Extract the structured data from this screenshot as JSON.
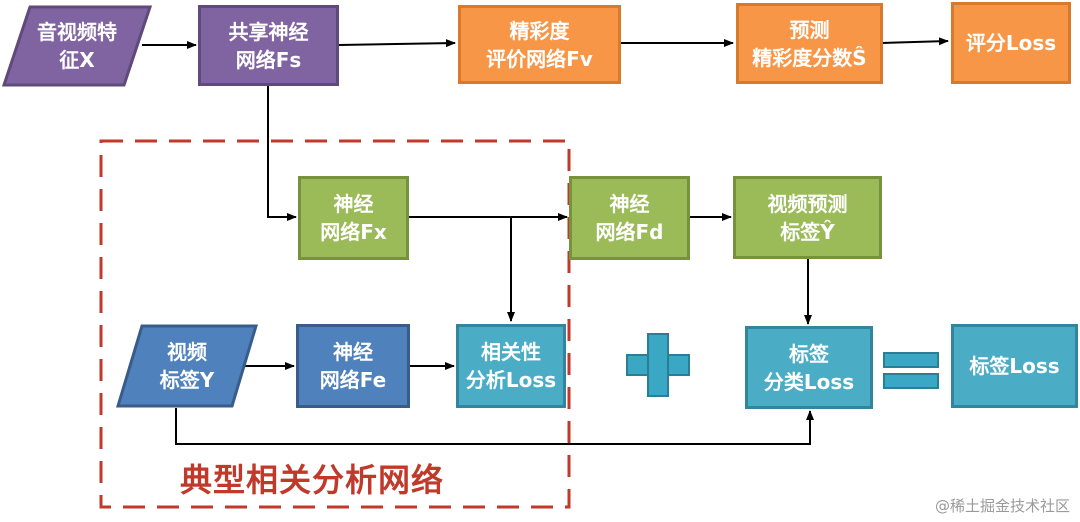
{
  "nodes": {
    "audio_video": {
      "line1": "音视频特",
      "line2": "征X"
    },
    "shared_net": {
      "line1": "共享神经",
      "line2": "网络Fs"
    },
    "highlight_eval": {
      "line1": "精彩度",
      "line2": "评价网络Fv"
    },
    "pred_highlight": {
      "line1": "预测",
      "line2": "精彩度分数Ŝ"
    },
    "score_loss": {
      "line1": "评分Loss"
    },
    "net_fx": {
      "line1": "神经",
      "line2": "网络Fx"
    },
    "net_fd": {
      "line1": "神经",
      "line2": "网络Fd"
    },
    "video_pred_label": {
      "line1": "视频预测",
      "line2": "标签Ŷ"
    },
    "video_label": {
      "line1": "视频",
      "line2": "标签Y"
    },
    "net_fe": {
      "line1": "神经",
      "line2": "网络Fe"
    },
    "corr_loss": {
      "line1": "相关性",
      "line2": "分析Loss"
    },
    "label_cls_loss": {
      "line1": "标签",
      "line2": "分类Loss"
    },
    "label_loss": {
      "line1": "标签Loss"
    }
  },
  "frame_label": "典型相关分析网络",
  "watermark": "@稀土掘金技术社区",
  "colors": {
    "purple": "#8064a2",
    "orange": "#f79646",
    "green": "#9bbb59",
    "blue": "#4f81bd",
    "teal": "#4bacc6",
    "frame": "#c0392b",
    "arrow": "#000000"
  }
}
